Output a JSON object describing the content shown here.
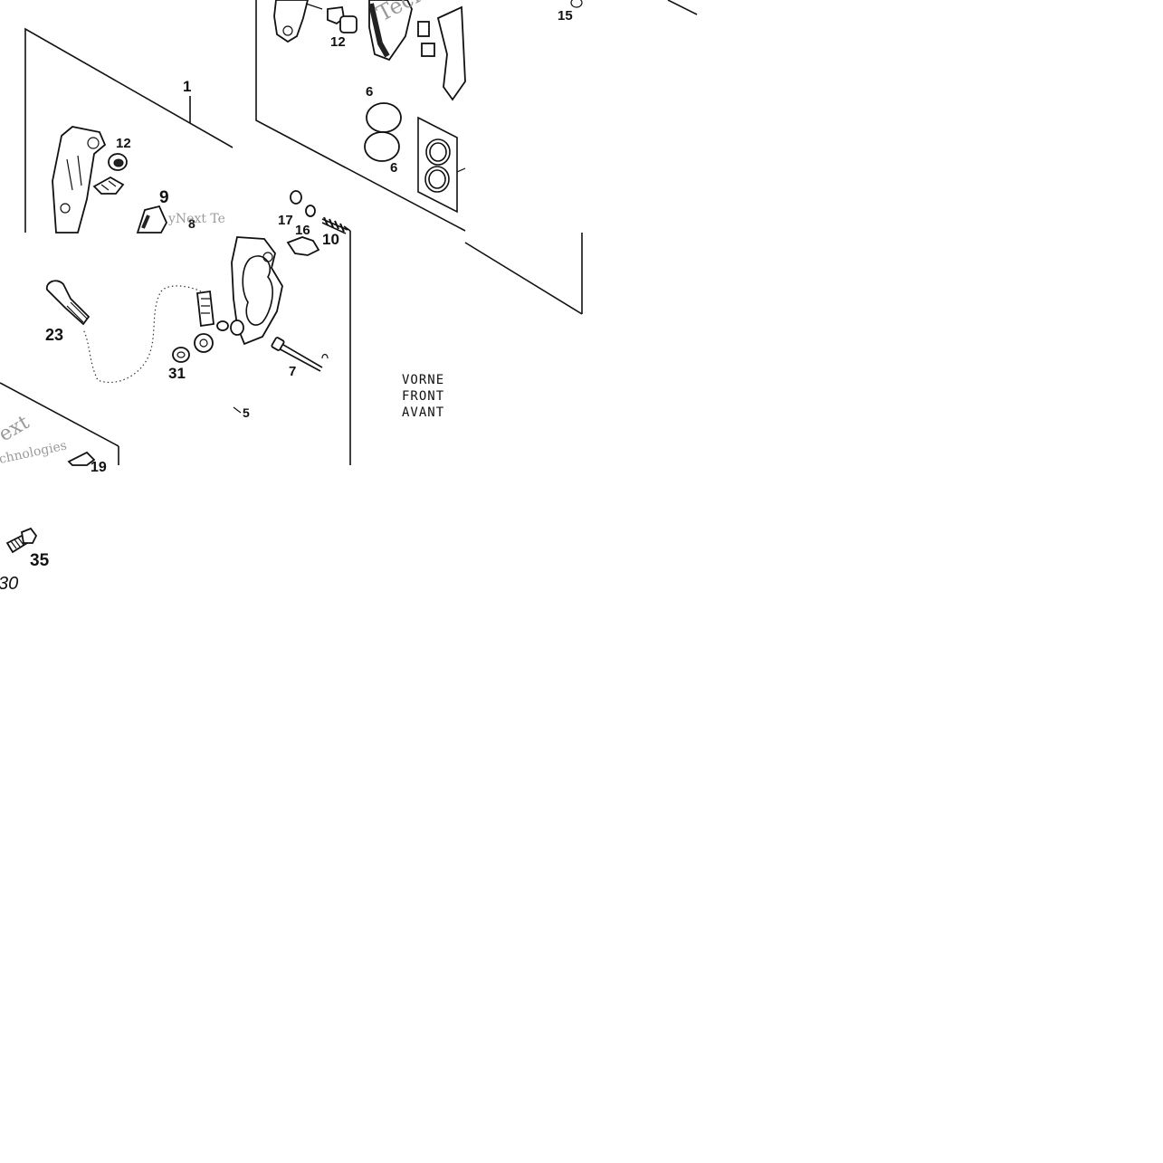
{
  "diagram": {
    "labels": {
      "c1": "1",
      "c12a": "12",
      "c9": "9",
      "c8": "8",
      "c12b": "12",
      "c15": "15",
      "c6a": "6",
      "c6b": "6",
      "c17": "17",
      "c16": "16",
      "c10": "10",
      "c23": "23",
      "c31": "31",
      "c7": "7",
      "c5": "5",
      "c19": "19",
      "c35": "35",
      "c30": "30"
    },
    "direction": {
      "line1": "VORNE",
      "line2": "FRONT",
      "line3": "AVANT"
    },
    "watermarks": {
      "w1": "yNext Te",
      "w2": "ext",
      "w3": "chnologies",
      "w4": "Techn"
    },
    "colors": {
      "ink": "#111111",
      "background": "#ffffff",
      "watermark": "#9a9a9a"
    }
  }
}
